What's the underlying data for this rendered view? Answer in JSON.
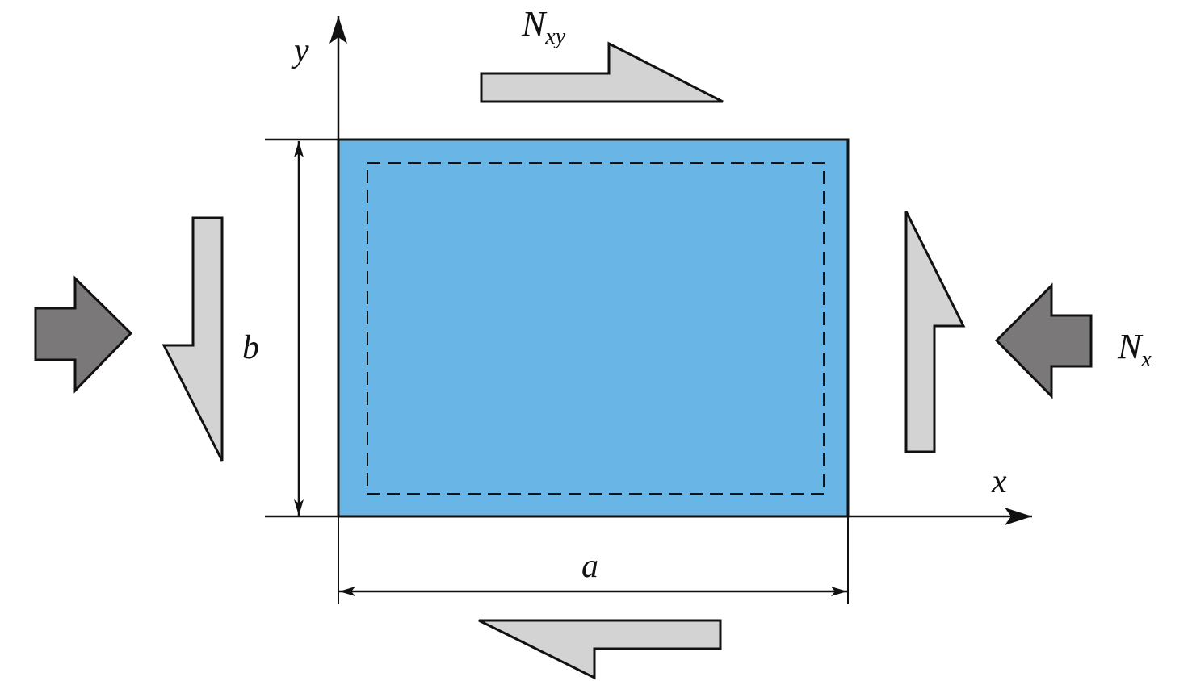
{
  "labels": {
    "y_axis": "y",
    "x_axis": "x",
    "shear_symbol": "N",
    "shear_subscript": "xy",
    "compression_symbol": "N",
    "compression_subscript": "x",
    "height_dim": "b",
    "width_dim": "a"
  },
  "colors": {
    "plate": "#69B5E5",
    "shear_arrow": "#D3D3D3",
    "compression_arrow": "#7A7879",
    "line": "#111111"
  }
}
